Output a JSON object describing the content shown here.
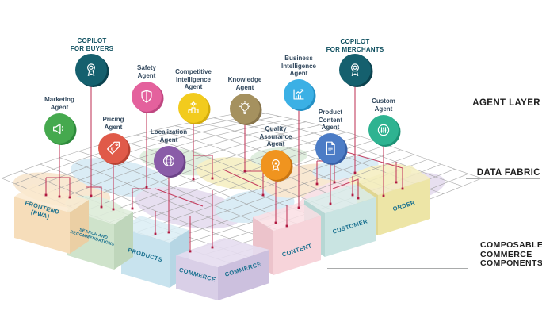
{
  "diagram": {
    "layer_labels": {
      "agent_layer": "AGENT LAYER",
      "data_fabric": "DATA FABRIC",
      "composable": "COMPOSABLE\nCOMMERCE\nCOMPONENTS"
    },
    "agents": [
      {
        "id": "marketing",
        "label": "Marketing\nAgent",
        "color": "#45A94E",
        "shadow": "#2E8A3C",
        "icon": "megaphone"
      },
      {
        "id": "copilot-for-buyers",
        "label": "COPILOT\nFOR BUYERS",
        "color": "#15606E",
        "shadow": "#0B424E",
        "icon": "rosette-badge"
      },
      {
        "id": "pricing",
        "label": "Pricing\nAgent",
        "color": "#E05A49",
        "shadow": "#B84233",
        "icon": "price-tag"
      },
      {
        "id": "safety",
        "label": "Safety\nAgent",
        "color": "#E4619D",
        "shadow": "#BE4680",
        "icon": "shield"
      },
      {
        "id": "localization",
        "label": "Localization\nAgent",
        "color": "#8A5CA8",
        "shadow": "#6B4287",
        "icon": "globe"
      },
      {
        "id": "competitive-intelligence",
        "label": "Competitive\nIntelligence\nAgent",
        "color": "#F2CB1D",
        "shadow": "#D3AC0D",
        "icon": "podium"
      },
      {
        "id": "knowledge",
        "label": "Knowledge\nAgent",
        "color": "#A5915F",
        "shadow": "#87744A",
        "icon": "lightbulb"
      },
      {
        "id": "quality-assurance",
        "label": "Quality\nAssurance\nAgent",
        "color": "#F0941F",
        "shadow": "#C97512",
        "icon": "award-ribbon"
      },
      {
        "id": "business-intelligence",
        "label": "Business\nIntelligence\nAgent",
        "color": "#3BB0E5",
        "shadow": "#2490C5",
        "icon": "chart-growth"
      },
      {
        "id": "copilot-for-merchants",
        "label": "COPILOT\nFOR MERCHANTS",
        "color": "#15606E",
        "shadow": "#0B424E",
        "icon": "rosette-badge"
      },
      {
        "id": "product-content",
        "label": "Product\nContent\nAgent",
        "color": "#4C7CC6",
        "shadow": "#3760A6",
        "icon": "document"
      },
      {
        "id": "custom",
        "label": "Custom\nAgent",
        "color": "#2EB391",
        "shadow": "#1D9376",
        "icon": "equalizer"
      }
    ],
    "components": [
      {
        "id": "frontend",
        "label": "FRONTEND\n(PWA)",
        "color": "#F6DDBA"
      },
      {
        "id": "search-and-recommendations",
        "label": "SEARCH AND\nRECOMMENDATIONS",
        "color": "#CFE3CB"
      },
      {
        "id": "products",
        "label": "PRODUCTS",
        "color": "#C8E3EE"
      },
      {
        "id": "commerce-left",
        "label": "COMMERCE",
        "color": "#D9CFE7"
      },
      {
        "id": "commerce-right",
        "label": "COMMERCE",
        "color": "#CCC0DE"
      },
      {
        "id": "content",
        "label": "CONTENT",
        "color": "#F7D4DA"
      },
      {
        "id": "customer",
        "label": "CUSTOMER",
        "color": "#C9E4E2"
      },
      {
        "id": "order",
        "label": "ORDER",
        "color": "#EDE5A6"
      }
    ],
    "colors": {
      "connector": "#C43F60",
      "connector_dot": "#B01940",
      "mesh": "#9E9E9E",
      "agent_label_text": "#33495E",
      "box_label_text": "#19708F"
    }
  }
}
